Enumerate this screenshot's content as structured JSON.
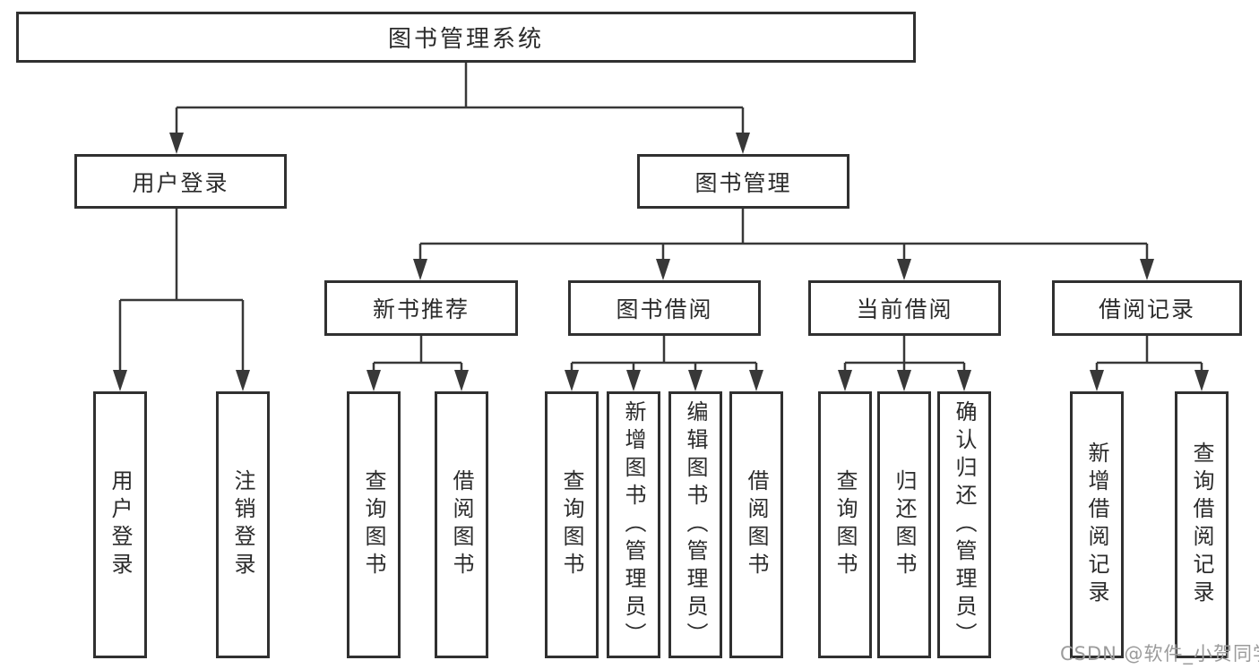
{
  "tree": {
    "root": "图书管理系统",
    "children": [
      {
        "label": "用户登录",
        "children": [
          {
            "label": "用户登录"
          },
          {
            "label": "注销登录"
          }
        ]
      },
      {
        "label": "图书管理",
        "children": [
          {
            "label": "新书推荐",
            "children": [
              {
                "label": "查询图书"
              },
              {
                "label": "借阅图书"
              }
            ]
          },
          {
            "label": "图书借阅",
            "children": [
              {
                "label": "查询图书"
              },
              {
                "label": "新增图书（管理员）"
              },
              {
                "label": "编辑图书（管理员）"
              },
              {
                "label": "借阅图书"
              }
            ]
          },
          {
            "label": "当前借阅",
            "children": [
              {
                "label": "查询图书"
              },
              {
                "label": "归还图书"
              },
              {
                "label": "确认归还（管理员）"
              }
            ]
          },
          {
            "label": "借阅记录",
            "children": [
              {
                "label": "新增借阅记录"
              },
              {
                "label": "查询借阅记录"
              }
            ]
          }
        ]
      }
    ]
  },
  "watermark": "CSDN @软件_小贺同学",
  "colors": {
    "line": "#383838",
    "border": "#303030",
    "text": "#2b2b2b",
    "watermark": "#9b9b9b",
    "background": "#ffffff"
  }
}
